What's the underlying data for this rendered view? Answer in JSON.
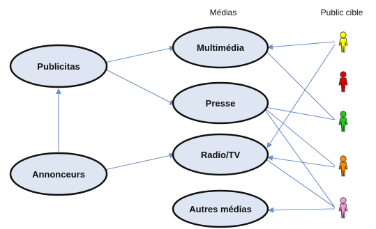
{
  "headers": {
    "medias": "Médias",
    "public_cible": "Public cible"
  },
  "nodes": {
    "publicitas": "Publicitas",
    "annonceurs": "Annonceurs",
    "multimedia": "Multimédia",
    "presse": "Presse",
    "radio_tv": "Radio/TV",
    "autres_medias": "Autres médias"
  },
  "colors": {
    "node_fill": "#dde6f2",
    "node_stroke": "#111111",
    "arrow": "#6f8fc7",
    "person_yellow": "#ffff00",
    "person_red": "#e00000",
    "person_green": "#1ccf1c",
    "person_orange": "#ff8c00",
    "person_pink": "#f59ad6"
  },
  "audience_icons": [
    "person-icon-yellow",
    "person-icon-red",
    "person-icon-green",
    "person-icon-orange",
    "person-icon-pink"
  ]
}
